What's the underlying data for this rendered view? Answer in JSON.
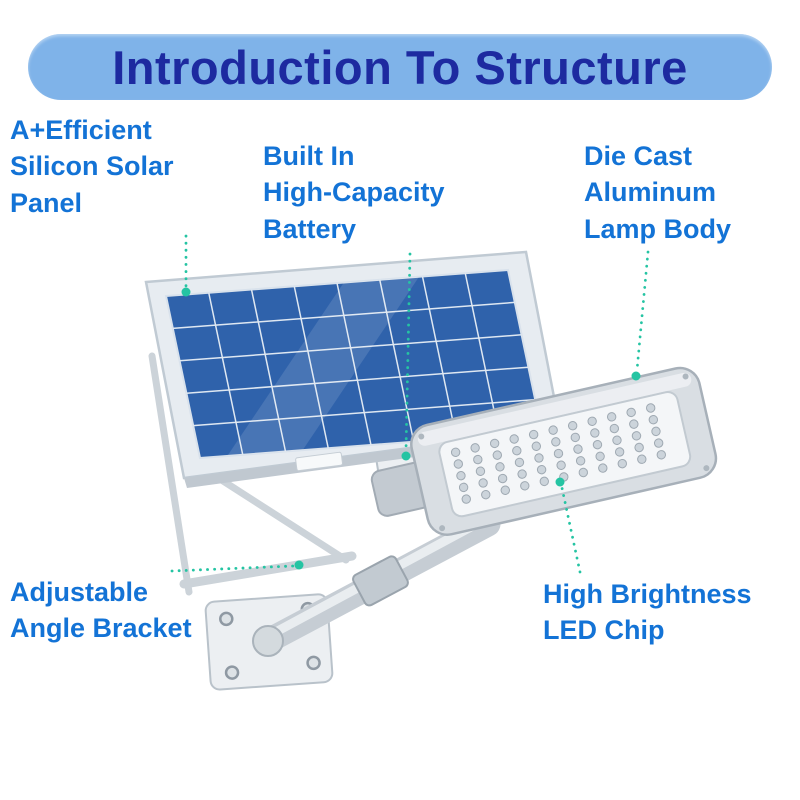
{
  "title": "Introduction To Structure",
  "labels": {
    "solar_panel": "A+Efficient\nSilicon Solar\nPanel",
    "battery": "Built In\nHigh-Capacity\nBattery",
    "lamp_body": "Die Cast\nAluminum\nLamp Body",
    "bracket": "Adjustable\nAngle Bracket",
    "led_chip": "High Brightness\nLED Chip"
  },
  "colors": {
    "banner_bg": "#7fb3e9",
    "banner_text": "#1d2aa0",
    "label_text": "#1373d6",
    "leader": "#25c4a3",
    "panel_blue": "#2f62ab",
    "panel_grid": "#dfe8f2",
    "panel_frame": "#e7ecf1",
    "lamp_body": "#d9dee3",
    "lamp_inner": "#f4f6f8"
  }
}
